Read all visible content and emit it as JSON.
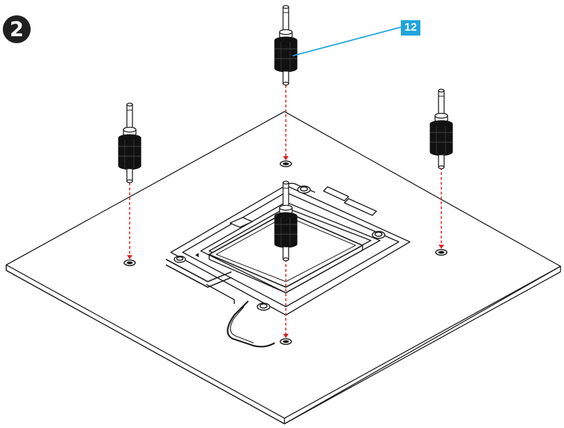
{
  "step": {
    "number": "2"
  },
  "callout": {
    "label": "12"
  },
  "colors": {
    "outline": "#1a1a1a",
    "spacer": "#111111",
    "guide": "#e02020",
    "callout": "#1ea5dc",
    "socket_fill": "#ffffff"
  },
  "standoffs": {
    "count": 4,
    "icon": "standoff-icon"
  }
}
